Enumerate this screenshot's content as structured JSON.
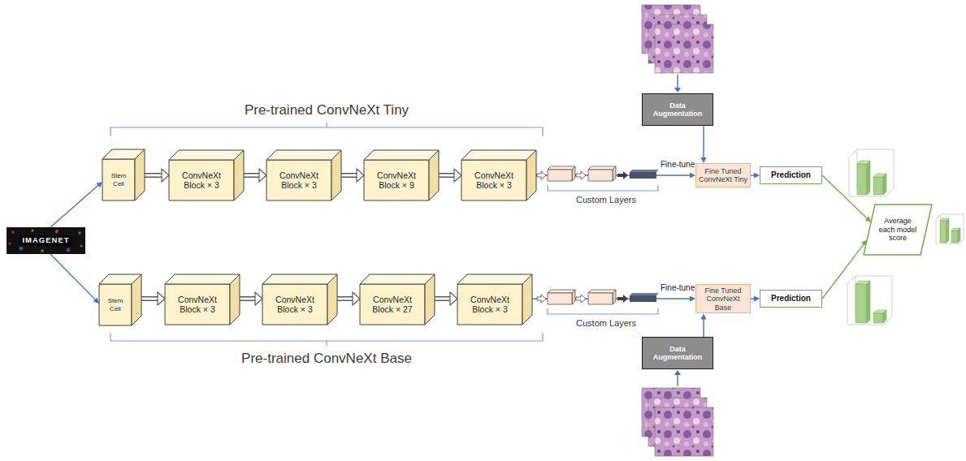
{
  "diagram": {
    "nodes": [
      {
        "text": [
          "IMAGENET"
        ]
      },
      {
        "text": [
          "Stem Cell"
        ]
      },
      {
        "text": [
          "ConvNeXt Block × 3"
        ]
      },
      {
        "text": [
          "ConvNeXt Block × 3"
        ]
      },
      {
        "text": [
          "ConvNeXt Block × 9"
        ]
      },
      {
        "text": [
          "ConvNeXt Block × 3"
        ]
      },
      {
        "text": [
          "Data Augmentation"
        ]
      },
      {
        "text": [
          "Fine Tuned ConvNeXt Tiny"
        ]
      },
      {
        "text": [
          "Prediction"
        ]
      },
      {
        "text": [
          "Average each model score"
        ]
      },
      {
        "text": [
          "Stem Cell"
        ]
      },
      {
        "text": [
          "ConvNeXt Block × 3"
        ]
      },
      {
        "text": [
          "ConvNeXt Block × 3"
        ]
      },
      {
        "text": [
          "ConvNeXt Block × 27"
        ]
      },
      {
        "text": [
          "ConvNeXt Block × 3"
        ]
      },
      {
        "text": [
          "Fine Tuned ConvNeXt Base"
        ]
      },
      {
        "text": [
          "Prediction"
        ]
      },
      {
        "text": [
          "Data Augmentation"
        ]
      }
    ],
    "edges": [
      {
        "from": 0,
        "to": 1,
        "arrow": "to"
      },
      {
        "from": 0,
        "to": 10,
        "arrow": "to"
      },
      {
        "from": 1,
        "to": 2,
        "arrow": "to"
      },
      {
        "from": 2,
        "to": 3,
        "arrow": "to"
      },
      {
        "from": 3,
        "to": 4,
        "arrow": "to"
      },
      {
        "from": 4,
        "to": 5,
        "arrow": "to"
      },
      {
        "from": 5,
        "to": 7,
        "label": "Fine-tune",
        "arrow": "to"
      },
      {
        "from": 6,
        "to": 7,
        "arrow": "to"
      },
      {
        "from": 7,
        "to": 8,
        "arrow": "to"
      },
      {
        "from": 8,
        "to": 9,
        "arrow": "to"
      },
      {
        "from": 10,
        "to": 11,
        "arrow": "to"
      },
      {
        "from": 11,
        "to": 12,
        "arrow": "to"
      },
      {
        "from": 12,
        "to": 13,
        "arrow": "to"
      },
      {
        "from": 13,
        "to": 14,
        "arrow": "to"
      },
      {
        "from": 14,
        "to": 15,
        "label": "Fine-tune",
        "arrow": "to"
      },
      {
        "from": 17,
        "to": 15,
        "arrow": "to"
      },
      {
        "from": 15,
        "to": 16,
        "arrow": "to"
      },
      {
        "from": 16,
        "to": 9,
        "arrow": "to"
      }
    ],
    "labels": [
      "Pre-trained ConvNeXt Tiny",
      "Custom Layers",
      "Custom Layers",
      "Pre-trained ConvNeXt Base"
    ]
  }
}
